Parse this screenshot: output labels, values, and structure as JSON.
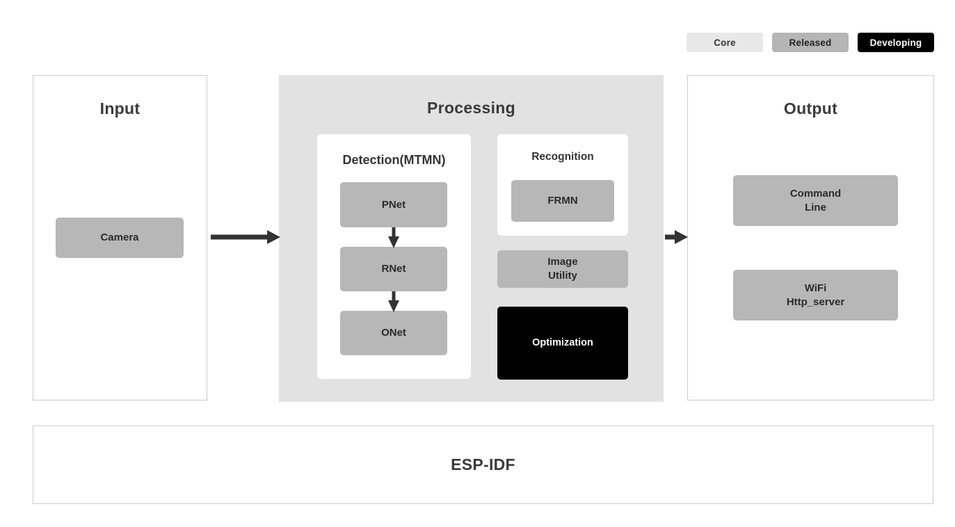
{
  "legend": {
    "items": [
      {
        "label": "Core",
        "color": "#e8e8e8",
        "text_color": "#333333"
      },
      {
        "label": "Released",
        "color": "#b5b5b5",
        "text_color": "#222222"
      },
      {
        "label": "Developing",
        "color": "#000000",
        "text_color": "#ffffff"
      }
    ]
  },
  "input": {
    "title": "Input",
    "nodes": [
      {
        "label": "Camera",
        "status": "Released"
      }
    ]
  },
  "processing": {
    "title": "Processing",
    "detection": {
      "title": "Detection(MTMN)",
      "nodes": [
        {
          "label": "PNet",
          "status": "Released"
        },
        {
          "label": "RNet",
          "status": "Released"
        },
        {
          "label": "ONet",
          "status": "Released"
        }
      ]
    },
    "recognition": {
      "title": "Recognition",
      "nodes": [
        {
          "label": "FRMN",
          "status": "Released"
        }
      ]
    },
    "image_utility": {
      "label_line1": "Image",
      "label_line2": "Utility",
      "status": "Released"
    },
    "optimization": {
      "label": "Optimization",
      "status": "Developing"
    }
  },
  "output": {
    "title": "Output",
    "nodes": [
      {
        "label_line1": "Command",
        "label_line2": "Line",
        "status": "Released"
      },
      {
        "label_line1": "WiFi",
        "label_line2": "Http_server",
        "status": "Released"
      }
    ]
  },
  "footer": {
    "label": "ESP-IDF"
  },
  "arrows": {
    "color": "#333333",
    "flow": [
      "Input",
      "Processing",
      "Output"
    ],
    "detection_chain": [
      "PNet",
      "RNet",
      "ONet"
    ]
  },
  "colors": {
    "panel_border": "#cccccc",
    "processing_background": "#e2e2e2",
    "node_released": "#b7b7b7",
    "node_developing": "#000000",
    "panel_background": "#ffffff",
    "title_text": "#3a3a3a"
  }
}
